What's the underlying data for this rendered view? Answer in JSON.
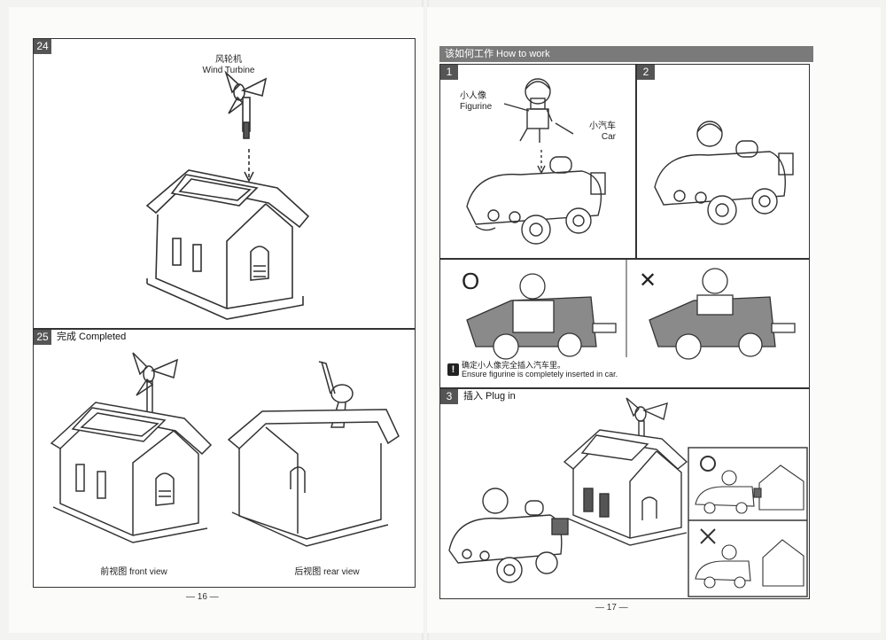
{
  "left_page": {
    "step24": {
      "number": "24",
      "label_cn": "风轮机",
      "label_en": "Wind Turbine"
    },
    "step25": {
      "number": "25",
      "title": "完成 Completed",
      "front_label": "前视图 front view",
      "rear_label": "后视图 rear view"
    },
    "page_number": "— 16 —"
  },
  "right_page": {
    "header": "该如何工作 How to work",
    "step1": {
      "number": "1",
      "figurine_cn": "小人像",
      "figurine_en": "Figurine",
      "car_cn": "小汽车",
      "car_en": "Car"
    },
    "step2": {
      "number": "2"
    },
    "check": {
      "correct_symbol": "O",
      "wrong_symbol": "✕",
      "note_cn": "确定小人像完全插入汽车里。",
      "note_en": "Ensure figurine is completely inserted in car."
    },
    "step3": {
      "number": "3",
      "title": "插入 Plug in"
    },
    "page_number": "— 17 —"
  }
}
